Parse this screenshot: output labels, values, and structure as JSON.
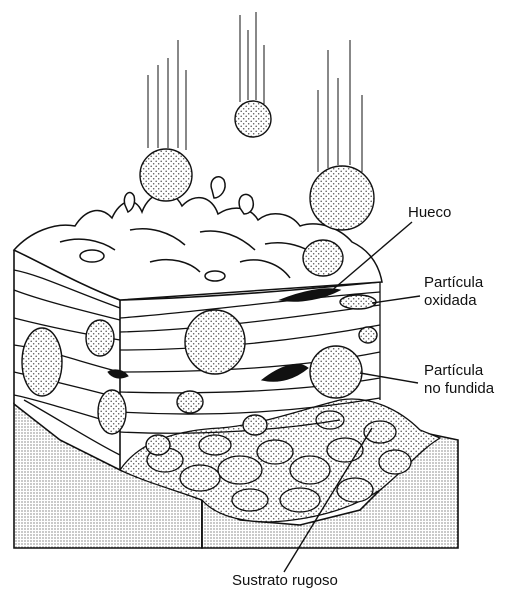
{
  "labels": {
    "void": "Hueco",
    "oxidized_particle": "Partícula\noxidada",
    "unmelted_particle": "Partícula\nno fundida",
    "substrate": "Sustrato rugoso"
  },
  "colors": {
    "ink": "#111111",
    "paper": "#ffffff",
    "stipple": "#555555",
    "void_fill": "#111111"
  }
}
